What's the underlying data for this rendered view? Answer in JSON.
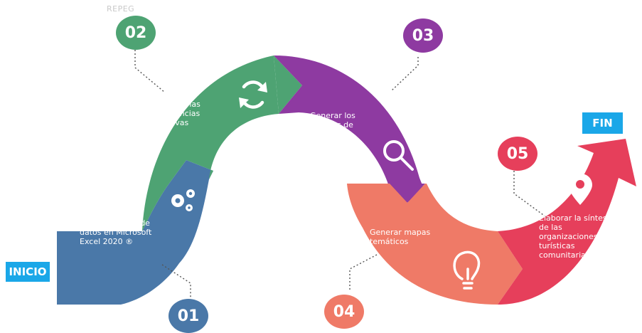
{
  "watermark": "REPEG",
  "start_label": "INICIO",
  "end_label": "FIN",
  "steps": [
    {
      "number": "01",
      "text": "Elaborar bases de datos en Microsoft Excel 2020 ®",
      "icon": "gears-icon",
      "color": "#4a78a8"
    },
    {
      "number": "02",
      "text": "Calcular las frecuencias relativas",
      "icon": "refresh-icon",
      "color": "#4ea373"
    },
    {
      "number": "03",
      "text": "Generar los gráficos de columnas",
      "icon": "search-icon",
      "color": "#8e3aa1"
    },
    {
      "number": "04",
      "text": "Generar mapas temáticos",
      "icon": "lightbulb-icon",
      "color": "#ef7a67"
    },
    {
      "number": "05",
      "text": "Elaborar la síntesis de las organizaciones turísticas comunitarias",
      "icon": "map-pin-icon",
      "color": "#e63f5b"
    }
  ],
  "colors": {
    "tag": "#1aa7e8",
    "connector": "#555555"
  }
}
